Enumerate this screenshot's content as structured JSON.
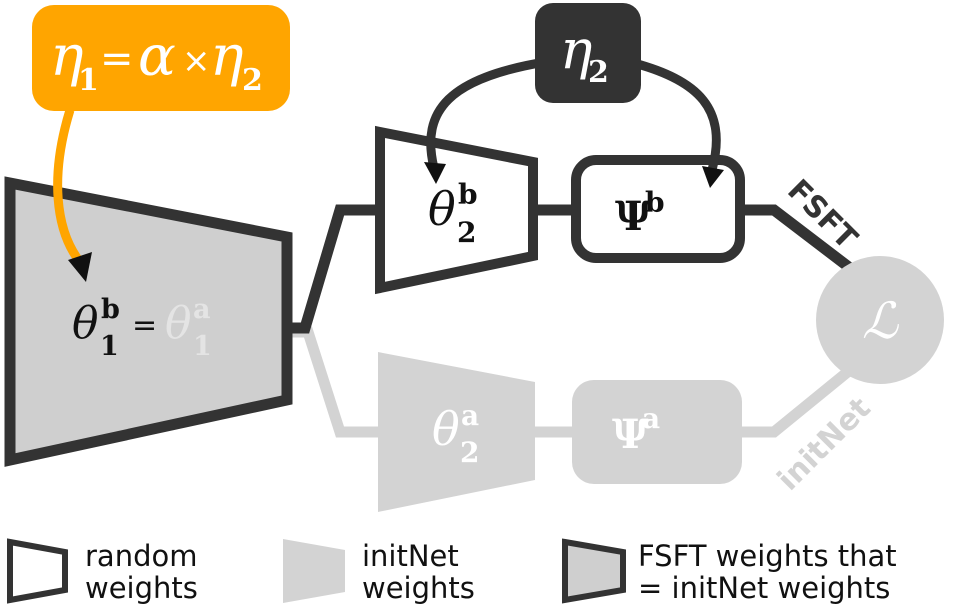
{
  "lr_box": {
    "eta1": "η",
    "eta1_sub": "1",
    "eq": "=",
    "alpha": "α",
    "times": "×",
    "eta2": "η",
    "eta2_sub": "2"
  },
  "eta2_box": {
    "eta": "η",
    "sub": "2"
  },
  "big_block": {
    "theta_b": "θ",
    "theta_b_sup": "b",
    "theta_b_sub": "1",
    "eq": "=",
    "theta_a": "θ",
    "theta_a_sup": "a",
    "theta_a_sub": "1"
  },
  "fsft_branch": {
    "theta": "θ",
    "theta_sup": "b",
    "theta_sub": "2",
    "psi": "Ψ",
    "psi_sup": "b",
    "label": "FSFT"
  },
  "initnet_branch": {
    "theta": "θ",
    "theta_sup": "a",
    "theta_sub": "2",
    "psi": "Ψ",
    "psi_sup": "a",
    "label": "initNet"
  },
  "loss": {
    "symbol": "ℒ"
  },
  "legend": {
    "random_line1": "random",
    "random_line2": "weights",
    "initnet_line1": "initNet",
    "initnet_line2": "weights",
    "fsft_line1": "FSFT weights that",
    "fsft_line2": "= initNet weights"
  },
  "colors": {
    "dark": "#333333",
    "light_gray": "#d3d3d3",
    "orange": "#ffa500",
    "block_fill": "#cfcfcf"
  }
}
